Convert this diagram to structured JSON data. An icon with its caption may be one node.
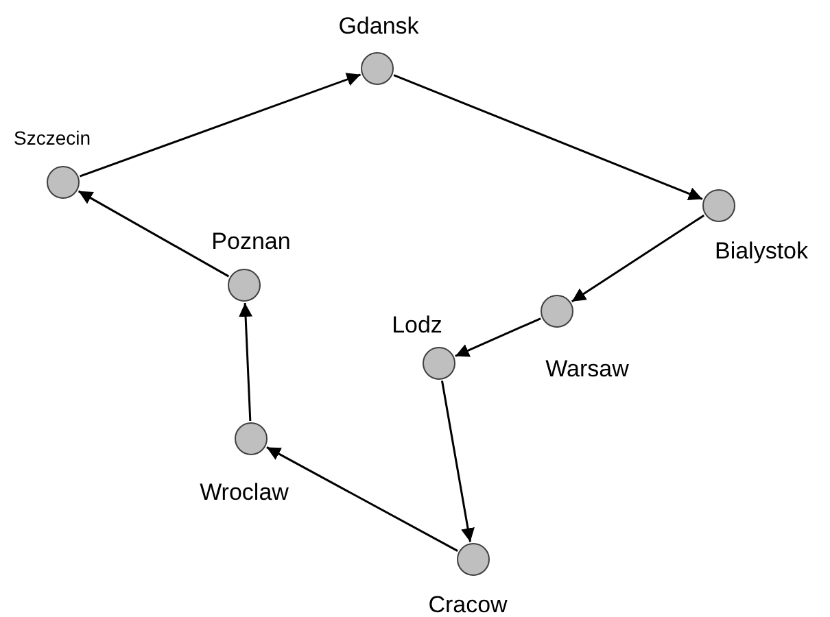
{
  "diagram": {
    "nodes": [
      {
        "text": [
          "Gdansk"
        ]
      },
      {
        "text": [
          "Szczecin"
        ]
      },
      {
        "text": [
          "Bialystok"
        ]
      },
      {
        "text": [
          "Poznan"
        ]
      },
      {
        "text": [
          "Lodz"
        ]
      },
      {
        "text": [
          "Warsaw"
        ]
      },
      {
        "text": [
          "Wroclaw"
        ]
      },
      {
        "text": [
          "Cracow"
        ]
      }
    ],
    "edges": [
      {
        "from": 1,
        "to": 0,
        "arrow": "to"
      },
      {
        "from": 0,
        "to": 2,
        "arrow": "to"
      },
      {
        "from": 2,
        "to": 5,
        "arrow": "to"
      },
      {
        "from": 5,
        "to": 4,
        "arrow": "to"
      },
      {
        "from": 4,
        "to": 7,
        "arrow": "to"
      },
      {
        "from": 7,
        "to": 6,
        "arrow": "to"
      },
      {
        "from": 6,
        "to": 3,
        "arrow": "to"
      },
      {
        "from": 3,
        "to": 1,
        "arrow": "to"
      }
    ]
  }
}
